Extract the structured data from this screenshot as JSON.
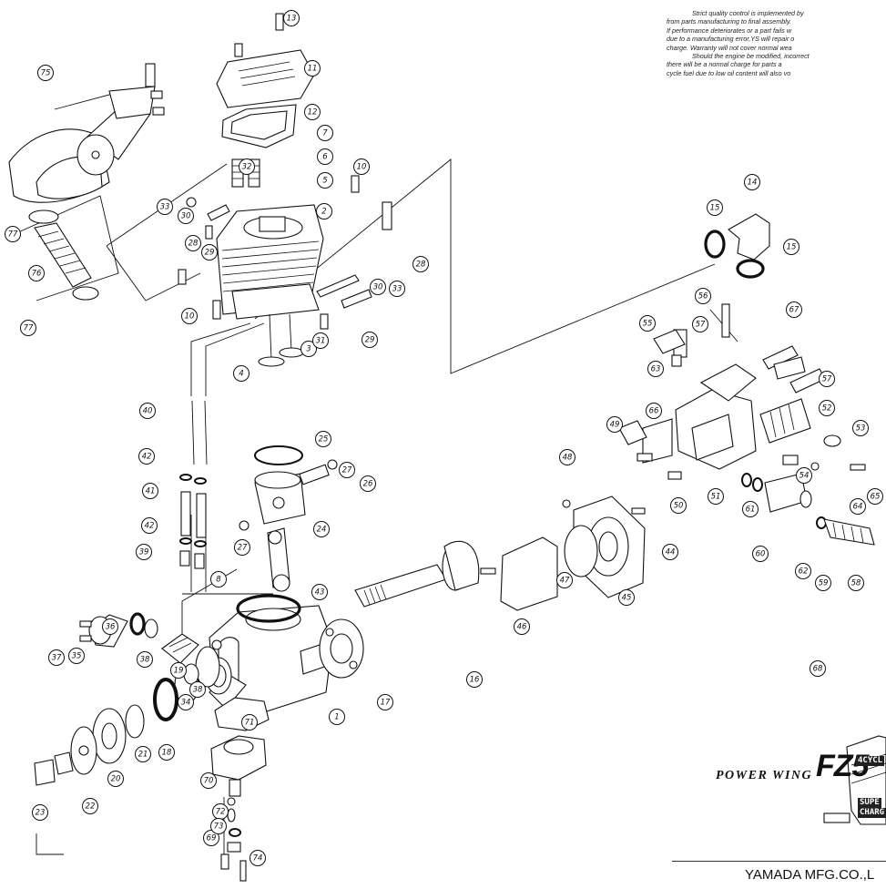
{
  "warranty_lines": [
    "Strict quality control is implemented by",
    "from parts manufacturing to final assembly.",
    "If performance deteriorates or a part fails w",
    "due to a manufacturing error,YS will repair o",
    "charge. Warranty will not cover normal wea",
    "Should the engine be modified, incorrect",
    "there will be a normal charge for parts a",
    "cycle fuel due to low oil content will also vo"
  ],
  "branding": {
    "series": "POWER WING",
    "model": "FZ5",
    "tag_top": "4CYCL",
    "tag_mid": "SUPE",
    "tag_bot": "CHARG"
  },
  "footer": {
    "company": "YAMADA MFG.CO.,L"
  },
  "callouts": [
    {
      "label": "1"
    },
    {
      "label": "2"
    },
    {
      "label": "3"
    },
    {
      "label": "4"
    },
    {
      "label": "5"
    },
    {
      "label": "6"
    },
    {
      "label": "7"
    },
    {
      "label": "8"
    },
    {
      "label": "10"
    },
    {
      "label": "10"
    },
    {
      "label": "11"
    },
    {
      "label": "12"
    },
    {
      "label": "13"
    },
    {
      "label": "14"
    },
    {
      "label": "15"
    },
    {
      "label": "15"
    },
    {
      "label": "16"
    },
    {
      "label": "17"
    },
    {
      "label": "18"
    },
    {
      "label": "19"
    },
    {
      "label": "20"
    },
    {
      "label": "21"
    },
    {
      "label": "22"
    },
    {
      "label": "23"
    },
    {
      "label": "24"
    },
    {
      "label": "25"
    },
    {
      "label": "26"
    },
    {
      "label": "27"
    },
    {
      "label": "27"
    },
    {
      "label": "28"
    },
    {
      "label": "28"
    },
    {
      "label": "29"
    },
    {
      "label": "29"
    },
    {
      "label": "30"
    },
    {
      "label": "30"
    },
    {
      "label": "31"
    },
    {
      "label": "32"
    },
    {
      "label": "33"
    },
    {
      "label": "33"
    },
    {
      "label": "34"
    },
    {
      "label": "35"
    },
    {
      "label": "36"
    },
    {
      "label": "37"
    },
    {
      "label": "38"
    },
    {
      "label": "38"
    },
    {
      "label": "39"
    },
    {
      "label": "40"
    },
    {
      "label": "41"
    },
    {
      "label": "42"
    },
    {
      "label": "42"
    },
    {
      "label": "43"
    },
    {
      "label": "44"
    },
    {
      "label": "45"
    },
    {
      "label": "46"
    },
    {
      "label": "47"
    },
    {
      "label": "48"
    },
    {
      "label": "49"
    },
    {
      "label": "50"
    },
    {
      "label": "51"
    },
    {
      "label": "52"
    },
    {
      "label": "53"
    },
    {
      "label": "54"
    },
    {
      "label": "55"
    },
    {
      "label": "56"
    },
    {
      "label": "57"
    },
    {
      "label": "57"
    },
    {
      "label": "58"
    },
    {
      "label": "59"
    },
    {
      "label": "60"
    },
    {
      "label": "61"
    },
    {
      "label": "62"
    },
    {
      "label": "63"
    },
    {
      "label": "64"
    },
    {
      "label": "65"
    },
    {
      "label": "66"
    },
    {
      "label": "67"
    },
    {
      "label": "68"
    },
    {
      "label": "69"
    },
    {
      "label": "70"
    },
    {
      "label": "71"
    },
    {
      "label": "72"
    },
    {
      "label": "73"
    },
    {
      "label": "74"
    },
    {
      "label": "75"
    },
    {
      "label": "76"
    },
    {
      "label": "77"
    },
    {
      "label": "77"
    }
  ]
}
